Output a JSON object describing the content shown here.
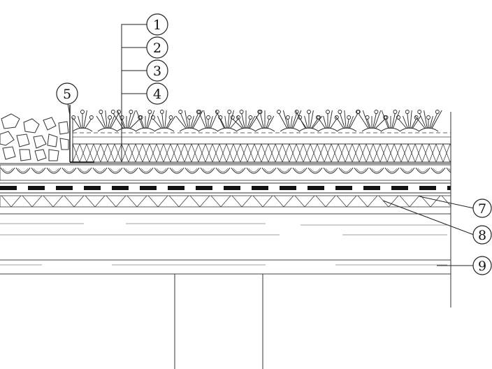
{
  "callouts": {
    "c1": "1",
    "c2": "2",
    "c3": "3",
    "c4": "4",
    "c5": "5",
    "c7": "7",
    "c8": "8",
    "c9": "9"
  },
  "colors": {
    "line": "#222222",
    "background": "#ffffff"
  }
}
